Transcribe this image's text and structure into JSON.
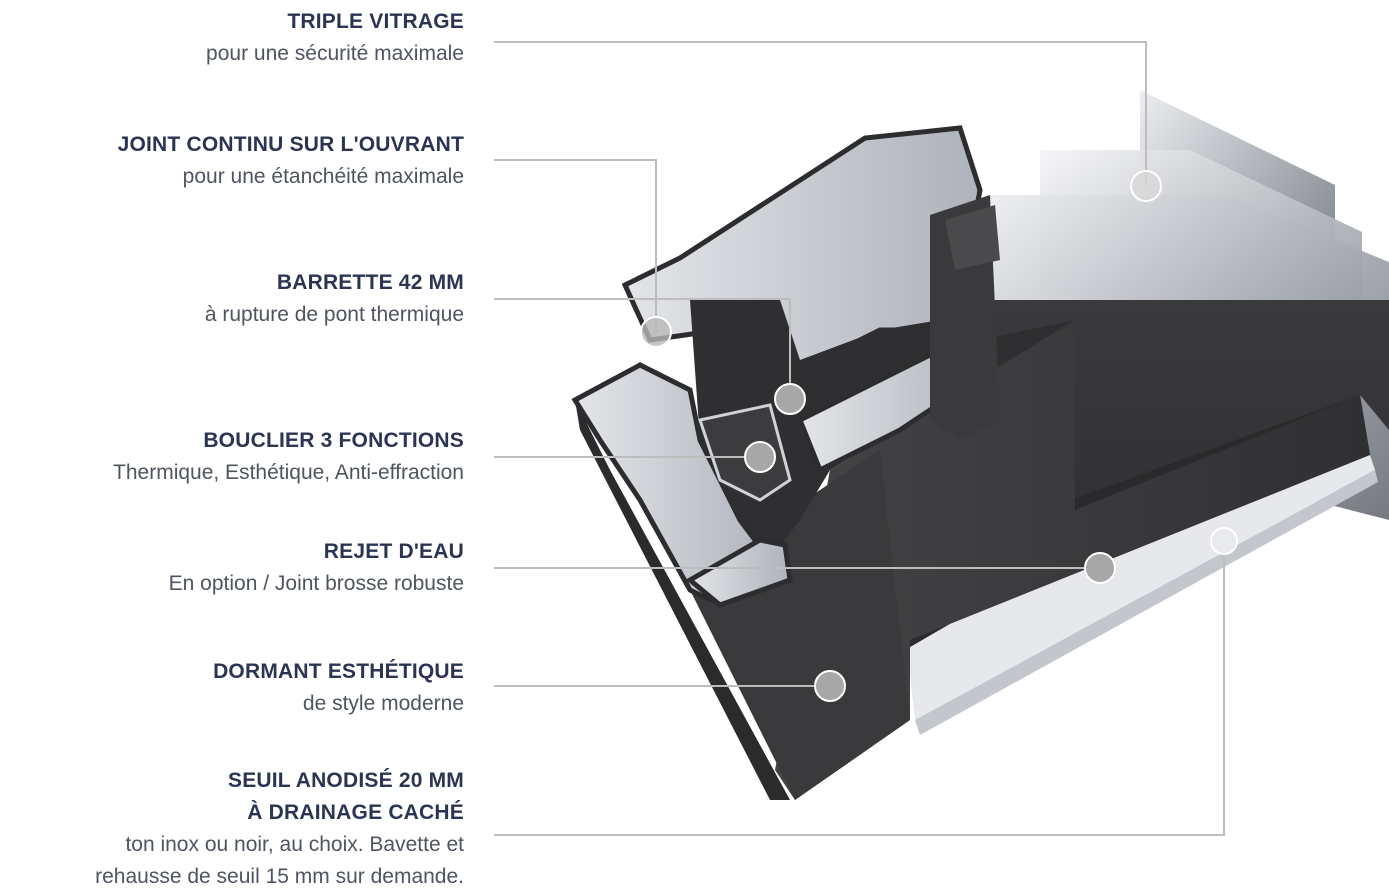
{
  "callouts": [
    {
      "title": "TRIPLE VITRAGE",
      "desc": "pour une sécurité maximale"
    },
    {
      "title": "JOINT CONTINU SUR L'OUVRANT",
      "desc": "pour une étanchéité maximale"
    },
    {
      "title": "BARRETTE 42 MM",
      "desc": "à rupture de pont thermique"
    },
    {
      "title": "BOUCLIER 3 FONCTIONS",
      "desc": "Thermique, Esthétique, Anti-effraction"
    },
    {
      "title": "REJET D'EAU",
      "desc": "En option / Joint brosse robuste"
    },
    {
      "title": "DORMANT ESTHÉTIQUE",
      "desc": "de style moderne"
    },
    {
      "title_line1": "SEUIL ANODISÉ 20 MM",
      "title_line2": "À DRAINAGE CACHÉ",
      "desc_line1": "ton inox ou noir, au choix. Bavette et",
      "desc_line2": "rehausse de seuil 15 mm sur demande."
    }
  ],
  "colors": {
    "title": "#2b3553",
    "desc": "#4f5560",
    "profile_dark": "#3b3b3d",
    "aluminum": "#c9ccd2",
    "glass": "#9ea3ab",
    "leader_line": "#bdbdbd",
    "marker": "#a7a7a7"
  }
}
